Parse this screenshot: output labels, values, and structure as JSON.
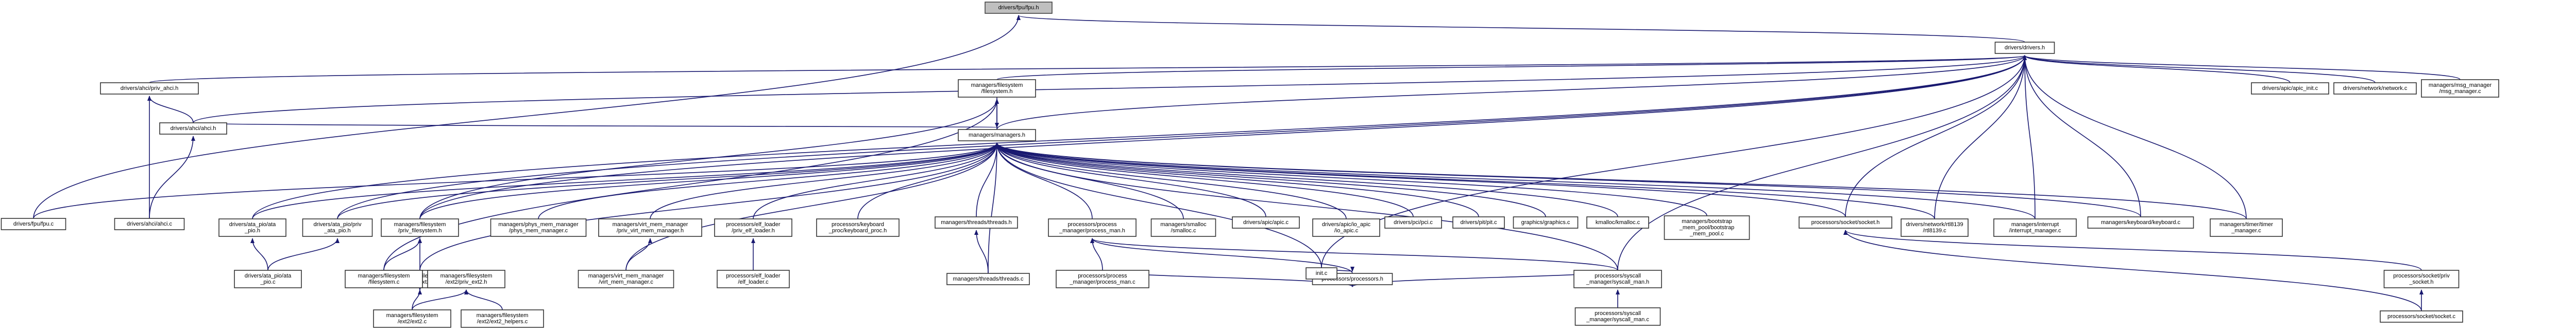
{
  "diagram": {
    "title": "drivers/fpu/fpu.h",
    "edge_color": "#191970",
    "node_fill": "#ffffff",
    "root_fill": "#bfbfbf",
    "nodes": [
      {
        "id": "root",
        "lines": [
          "drivers/fpu/fpu.h"
        ],
        "root": true
      },
      {
        "id": "drivers_h",
        "lines": [
          "drivers/drivers.h"
        ]
      },
      {
        "id": "fpu_c",
        "lines": [
          "drivers/fpu/fpu.c"
        ]
      },
      {
        "id": "pic_ahci_h",
        "lines": [
          "drivers/ahci/priv_ahci.h"
        ]
      },
      {
        "id": "ahci_h",
        "lines": [
          "drivers/ahci/ahci.h"
        ]
      },
      {
        "id": "ahci_c",
        "lines": [
          "drivers/ahci/ahci.c"
        ]
      },
      {
        "id": "fs_h",
        "lines": [
          "managers/filesystem",
          "/filesystem.h"
        ]
      },
      {
        "id": "managers_h",
        "lines": [
          "managers/managers.h"
        ]
      },
      {
        "id": "ata_pio_ata_c",
        "lines": [
          "drivers/ata_pio/ata",
          "_pio.h"
        ]
      },
      {
        "id": "ata_pio_priv",
        "lines": [
          "drivers/ata_pio/priv",
          "_ata_pio.h"
        ]
      },
      {
        "id": "ata_pio_c",
        "lines": [
          "drivers/ata_pio/ata",
          "_pio.c"
        ]
      },
      {
        "id": "fs_priv",
        "lines": [
          "managers/filesystem",
          "/priv_filesystem.h"
        ]
      },
      {
        "id": "ext2_h",
        "lines": [
          "managers/filesystem",
          "/ext2/ext2.h"
        ]
      },
      {
        "id": "fs_c",
        "lines": [
          "managers/filesystem",
          "/filesystem.c"
        ]
      },
      {
        "id": "ext2_priv",
        "lines": [
          "managers/filesystem",
          "/ext2/priv_ext2.h"
        ]
      },
      {
        "id": "ext2_c",
        "lines": [
          "managers/filesystem",
          "/ext2/ext2.c"
        ]
      },
      {
        "id": "ext2_helpers",
        "lines": [
          "managers/filesystem",
          "/ext2/ext2_helpers.c"
        ]
      },
      {
        "id": "phys_mem",
        "lines": [
          "managers/phys_mem_manager",
          "/phys_mem_manager.c"
        ]
      },
      {
        "id": "virt_mem_priv",
        "lines": [
          "managers/virt_mem_manager",
          "/priv_virt_mem_manager.h"
        ]
      },
      {
        "id": "virt_mem_c",
        "lines": [
          "managers/virt_mem_manager",
          "/virt_mem_manager.c"
        ]
      },
      {
        "id": "elf_priv",
        "lines": [
          "processors/elf_loader",
          "/priv_elf_loader.h"
        ]
      },
      {
        "id": "elf_c",
        "lines": [
          "processors/elf_loader",
          "/elf_loader.c"
        ]
      },
      {
        "id": "kbd_proc",
        "lines": [
          "processors/keyboard",
          "_proc/keyboard_proc.h"
        ]
      },
      {
        "id": "threads_h",
        "lines": [
          "managers/threads/threads.h"
        ]
      },
      {
        "id": "threads_c",
        "lines": [
          "managers/threads/threads.c"
        ]
      },
      {
        "id": "proc_man_h",
        "lines": [
          "processors/process",
          "_manager/process_man.h"
        ]
      },
      {
        "id": "proc_man_c",
        "lines": [
          "processors/process",
          "_manager/process_man.c"
        ]
      },
      {
        "id": "smalloc",
        "lines": [
          "managers/smalloc",
          "/smalloc.c"
        ]
      },
      {
        "id": "apic_c",
        "lines": [
          "drivers/apic/apic.c"
        ]
      },
      {
        "id": "io_apic",
        "lines": [
          "drivers/apic/io_apic",
          "/io_apic.c"
        ]
      },
      {
        "id": "pci",
        "lines": [
          "drivers/pci/pci.c"
        ]
      },
      {
        "id": "pit",
        "lines": [
          "drivers/pit/pit.c"
        ]
      },
      {
        "id": "graphics",
        "lines": [
          "graphics/graphics.c"
        ]
      },
      {
        "id": "kmalloc",
        "lines": [
          "kmalloc/kmalloc.c"
        ]
      },
      {
        "id": "bootstrap",
        "lines": [
          "managers/bootstrap",
          "_mem_pool/bootstrap",
          "_mem_pool.c"
        ]
      },
      {
        "id": "processors_h",
        "lines": [
          "processors/processors.h"
        ]
      },
      {
        "id": "init_c",
        "lines": [
          "init.c"
        ]
      },
      {
        "id": "syscall_h",
        "lines": [
          "processors/syscall",
          "_manager/syscall_man.h"
        ]
      },
      {
        "id": "syscall_c",
        "lines": [
          "processors/syscall",
          "_manager/syscall_man.c"
        ]
      },
      {
        "id": "socket_h",
        "lines": [
          "processors/socket/socket.h"
        ]
      },
      {
        "id": "socket_priv",
        "lines": [
          "processors/socket/priv",
          "_socket.h"
        ]
      },
      {
        "id": "socket_c",
        "lines": [
          "processors/socket/socket.c"
        ]
      },
      {
        "id": "rtl8139",
        "lines": [
          "drivers/network/rtl8139",
          "/rtl8139.c"
        ]
      },
      {
        "id": "interrupt",
        "lines": [
          "managers/interrupt",
          "/interrupt_manager.c"
        ]
      },
      {
        "id": "keyboard_c",
        "lines": [
          "managers/keyboard/keyboard.c"
        ]
      },
      {
        "id": "timer",
        "lines": [
          "managers/timer/timer",
          "_manager.c"
        ]
      },
      {
        "id": "apic_init",
        "lines": [
          "drivers/apic/apic_init.c"
        ]
      },
      {
        "id": "network_c",
        "lines": [
          "drivers/network/network.c"
        ]
      },
      {
        "id": "msg_manager",
        "lines": [
          "managers/msg_manager",
          "/msg_manager.c"
        ]
      }
    ],
    "edges": [
      [
        "fpu_c",
        "root"
      ],
      [
        "drivers_h",
        "root"
      ],
      [
        "pic_ahci_h",
        "drivers_h"
      ],
      [
        "ahci_h",
        "drivers_h"
      ],
      [
        "fs_h",
        "drivers_h"
      ],
      [
        "managers_h",
        "drivers_h"
      ],
      [
        "ata_pio_ata_c",
        "drivers_h"
      ],
      [
        "ata_pio_priv",
        "drivers_h"
      ],
      [
        "fs_priv",
        "drivers_h"
      ],
      [
        "init_c",
        "drivers_h"
      ],
      [
        "socket_h",
        "drivers_h"
      ],
      [
        "rtl8139",
        "drivers_h"
      ],
      [
        "interrupt",
        "drivers_h"
      ],
      [
        "keyboard_c",
        "drivers_h"
      ],
      [
        "timer",
        "drivers_h"
      ],
      [
        "apic_init",
        "drivers_h"
      ],
      [
        "network_c",
        "drivers_h"
      ],
      [
        "msg_manager",
        "drivers_h"
      ],
      [
        "syscall_h",
        "drivers_h"
      ],
      [
        "ahci_h",
        "pic_ahci_h"
      ],
      [
        "ahci_c",
        "pic_ahci_h"
      ],
      [
        "ahci_c",
        "ahci_h"
      ],
      [
        "managers_h",
        "fs_h"
      ],
      [
        "fs_priv",
        "fs_h"
      ],
      [
        "fs_c",
        "fs_h"
      ],
      [
        "ahci_h",
        "managers_h"
      ],
      [
        "fs_h",
        "managers_h"
      ],
      [
        "ata_pio_ata_c",
        "managers_h"
      ],
      [
        "ata_pio_priv",
        "managers_h"
      ],
      [
        "fs_priv",
        "managers_h"
      ],
      [
        "ext2_h",
        "managers_h"
      ],
      [
        "phys_mem",
        "managers_h"
      ],
      [
        "virt_mem_priv",
        "managers_h"
      ],
      [
        "virt_mem_c",
        "managers_h"
      ],
      [
        "elf_priv",
        "managers_h"
      ],
      [
        "kbd_proc",
        "managers_h"
      ],
      [
        "threads_h",
        "managers_h"
      ],
      [
        "threads_c",
        "managers_h"
      ],
      [
        "proc_man_h",
        "managers_h"
      ],
      [
        "smalloc",
        "managers_h"
      ],
      [
        "apic_c",
        "managers_h"
      ],
      [
        "io_apic",
        "managers_h"
      ],
      [
        "pci",
        "managers_h"
      ],
      [
        "pit",
        "managers_h"
      ],
      [
        "graphics",
        "managers_h"
      ],
      [
        "kmalloc",
        "managers_h"
      ],
      [
        "bootstrap",
        "managers_h"
      ],
      [
        "socket_h",
        "managers_h"
      ],
      [
        "rtl8139",
        "managers_h"
      ],
      [
        "interrupt",
        "managers_h"
      ],
      [
        "keyboard_c",
        "managers_h"
      ],
      [
        "timer",
        "managers_h"
      ],
      [
        "syscall_h",
        "managers_h"
      ],
      [
        "init_c",
        "managers_h"
      ],
      [
        "ata_pio_c",
        "ata_pio_ata_c"
      ],
      [
        "ata_pio_c",
        "ata_pio_priv"
      ],
      [
        "ext2_h",
        "fs_priv"
      ],
      [
        "fs_c",
        "fs_priv"
      ],
      [
        "fs_c",
        "ext2_h"
      ],
      [
        "ext2_priv",
        "ext2_h"
      ],
      [
        "ext2_c",
        "ext2_h"
      ],
      [
        "ext2_c",
        "ext2_priv"
      ],
      [
        "ext2_helpers",
        "ext2_priv"
      ],
      [
        "virt_mem_c",
        "virt_mem_priv"
      ],
      [
        "elf_c",
        "elf_priv"
      ],
      [
        "threads_c",
        "threads_h"
      ],
      [
        "proc_man_c",
        "proc_man_h"
      ],
      [
        "processors_h",
        "proc_man_h"
      ],
      [
        "syscall_h",
        "proc_man_h"
      ],
      [
        "init_c",
        "processors_h"
      ],
      [
        "syscall_h",
        "processors_h"
      ],
      [
        "proc_man_c",
        "processors_h"
      ],
      [
        "syscall_c",
        "syscall_h"
      ],
      [
        "socket_priv",
        "socket_h"
      ],
      [
        "socket_c",
        "socket_h"
      ],
      [
        "socket_c",
        "socket_priv"
      ],
      [
        "fpu_c",
        "managers_h"
      ]
    ]
  }
}
